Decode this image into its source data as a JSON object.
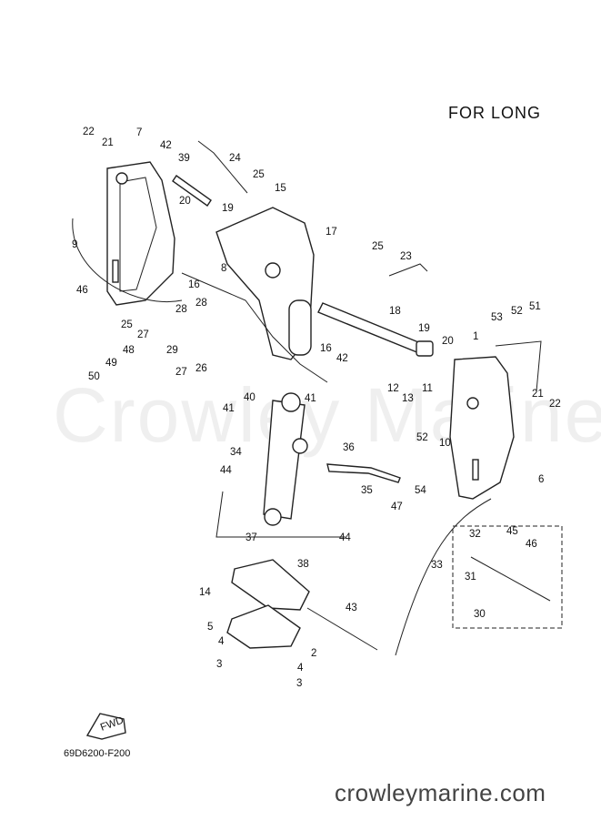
{
  "header": {
    "title": "FOR LONG"
  },
  "footer": {
    "diagram_code": "69D6200-F200",
    "website": "crowleymarine.com"
  },
  "watermark": "Crowley Marine",
  "fwd_label": "FWD",
  "callouts": [
    "1",
    "2",
    "3",
    "3",
    "4",
    "4",
    "5",
    "6",
    "7",
    "8",
    "9",
    "10",
    "11",
    "12",
    "13",
    "14",
    "15",
    "16",
    "16",
    "17",
    "18",
    "19",
    "19",
    "20",
    "20",
    "21",
    "21",
    "22",
    "22",
    "23",
    "24",
    "25",
    "25",
    "25",
    "26",
    "27",
    "27",
    "28",
    "28",
    "29",
    "30",
    "31",
    "32",
    "33",
    "34",
    "35",
    "36",
    "37",
    "38",
    "39",
    "40",
    "41",
    "41",
    "42",
    "42",
    "43",
    "44",
    "44",
    "45",
    "46",
    "46",
    "47",
    "48",
    "49",
    "50",
    "51",
    "52",
    "52",
    "53",
    "54"
  ]
}
